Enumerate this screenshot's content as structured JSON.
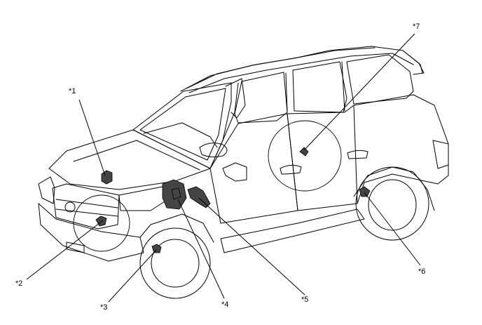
{
  "figure": {
    "subject": "suv-component-location",
    "line_color": "#000000",
    "background_color": "#ffffff"
  },
  "callouts": [
    {
      "id": "1",
      "label": "*1"
    },
    {
      "id": "2",
      "label": "*2"
    },
    {
      "id": "3",
      "label": "*3"
    },
    {
      "id": "4",
      "label": "*4"
    },
    {
      "id": "5",
      "label": "*5"
    },
    {
      "id": "6",
      "label": "*6"
    },
    {
      "id": "7",
      "label": "*7"
    }
  ]
}
